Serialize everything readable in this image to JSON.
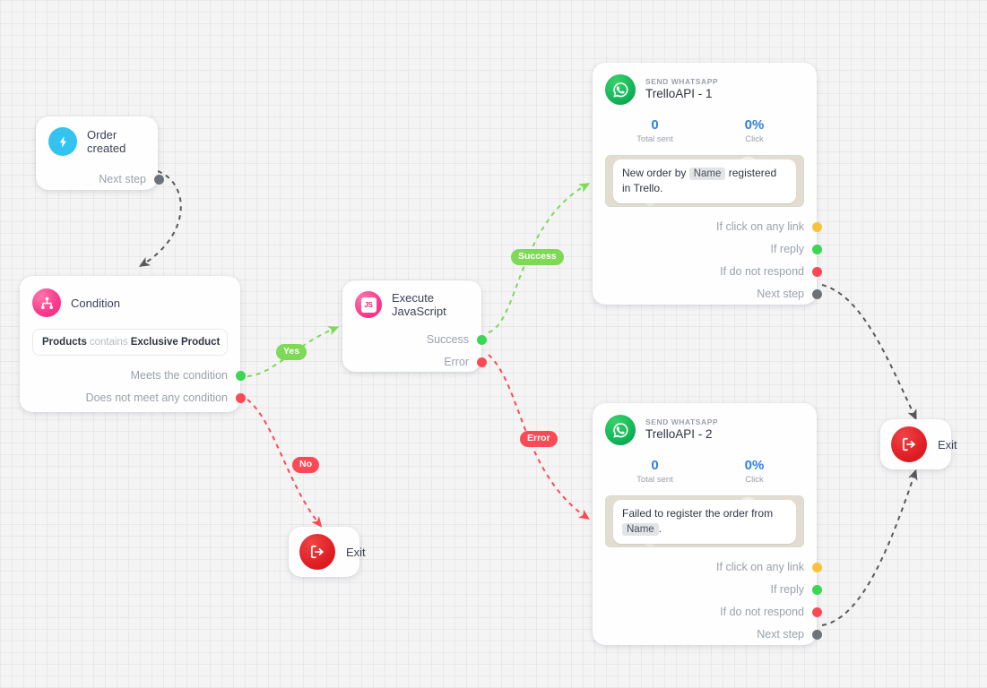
{
  "canvas": {
    "background_color": "#f4f4f5",
    "grid": "13px"
  },
  "nodes": {
    "trigger": {
      "icon": "lightning-bolt-icon",
      "title": "Order created",
      "ports": [
        {
          "label": "Next step",
          "color": "#6f7377"
        }
      ]
    },
    "condition": {
      "icon": "condition-branch-icon",
      "title": "Condition",
      "rule": {
        "field": "Products",
        "operator": "contains",
        "value": "Exclusive Product"
      },
      "ports": [
        {
          "label": "Meets the condition",
          "color": "#3ad654"
        },
        {
          "label": "Does not meet any condition",
          "color": "#fb4a55"
        }
      ]
    },
    "javascript": {
      "icon": "js-icon",
      "icon_text": "JS",
      "title": "Execute JavaScript",
      "ports": [
        {
          "label": "Success",
          "color": "#3ad654"
        },
        {
          "label": "Error",
          "color": "#fb4a55"
        }
      ]
    },
    "whatsapp1": {
      "icon": "whatsapp-icon",
      "kicker": "SEND WHATSAPP",
      "name": "TrelloAPI - 1",
      "stats": [
        {
          "value": "0",
          "label": "Total sent"
        },
        {
          "value": "0%",
          "label": "Click"
        }
      ],
      "message": {
        "before": "New order by",
        "variable": "Name",
        "after": "registered in Trello."
      },
      "ports": [
        {
          "label": "If click on any link",
          "color": "#f9c23c"
        },
        {
          "label": "If reply",
          "color": "#3ad654"
        },
        {
          "label": "If do not respond",
          "color": "#fb4a55"
        },
        {
          "label": "Next step",
          "color": "#6f7377"
        }
      ]
    },
    "whatsapp2": {
      "icon": "whatsapp-icon",
      "kicker": "SEND WHATSAPP",
      "name": "TrelloAPI - 2",
      "stats": [
        {
          "value": "0",
          "label": "Total sent"
        },
        {
          "value": "0%",
          "label": "Click"
        }
      ],
      "message": {
        "before": "Failed to register the order from",
        "variable": "Name",
        "after": "."
      },
      "ports": [
        {
          "label": "If click on any link",
          "color": "#f9c23c"
        },
        {
          "label": "If reply",
          "color": "#3ad654"
        },
        {
          "label": "If do not respond",
          "color": "#fb4a55"
        },
        {
          "label": "Next step",
          "color": "#6f7377"
        }
      ]
    },
    "exit_no": {
      "icon": "exit-icon",
      "label": "Exit"
    },
    "exit_end": {
      "icon": "exit-icon",
      "label": "Exit"
    }
  },
  "edge_labels": {
    "yes": {
      "text": "Yes",
      "color": "#7ed957"
    },
    "no": {
      "text": "No",
      "color": "#fb4a55"
    },
    "success": {
      "text": "Success",
      "color": "#7ed957"
    },
    "error": {
      "text": "Error",
      "color": "#fb4a55"
    }
  }
}
